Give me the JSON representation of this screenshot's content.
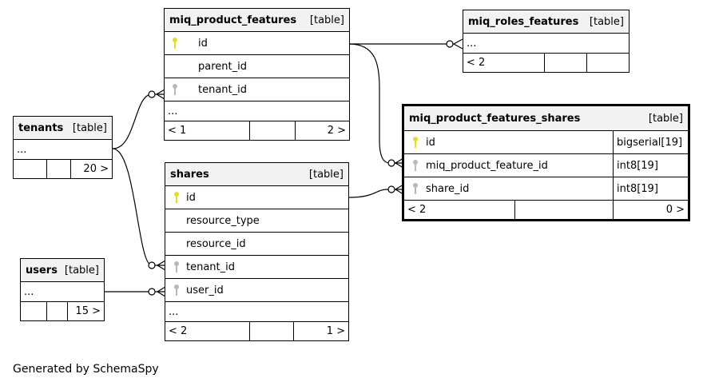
{
  "footer_text": "Generated by SchemaSpy",
  "colors": {
    "primary_key": "#e0e020",
    "foreign_key": "#b8b8b8"
  },
  "tables": {
    "miq_product_features": {
      "name": "miq_product_features",
      "kind": "[table]",
      "columns": [
        "id",
        "parent_id",
        "tenant_id"
      ],
      "ellipsis": "...",
      "footer": [
        "< 1",
        "",
        "2 >"
      ]
    },
    "miq_roles_features": {
      "name": "miq_roles_features",
      "kind": "[table]",
      "ellipsis": "...",
      "footer": [
        "< 2",
        "",
        ""
      ]
    },
    "tenants": {
      "name": "tenants",
      "kind": "[table]",
      "ellipsis": "...",
      "footer": [
        "",
        "",
        "20 >"
      ]
    },
    "miq_product_features_shares": {
      "name": "miq_product_features_shares",
      "kind": "[table]",
      "columns": [
        {
          "name": "id",
          "type": "bigserial[19]"
        },
        {
          "name": "miq_product_feature_id",
          "type": "int8[19]"
        },
        {
          "name": "share_id",
          "type": "int8[19]"
        }
      ],
      "footer": [
        "< 2",
        "",
        "0 >"
      ]
    },
    "shares": {
      "name": "shares",
      "kind": "[table]",
      "columns": [
        "id",
        "resource_type",
        "resource_id",
        "tenant_id",
        "user_id"
      ],
      "ellipsis": "...",
      "footer": [
        "< 2",
        "",
        "1 >"
      ]
    },
    "users": {
      "name": "users",
      "kind": "[table]",
      "ellipsis": "...",
      "footer": [
        "",
        "",
        "15 >"
      ]
    }
  }
}
